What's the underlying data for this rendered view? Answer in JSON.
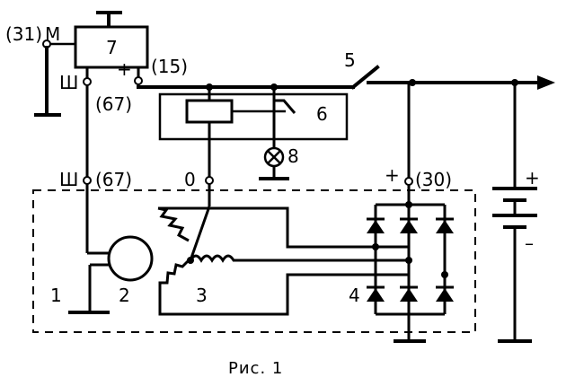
{
  "labels": {
    "terminal_31": "(31)",
    "terminal_m": "М",
    "regulator_num": "7",
    "sh_top": "Ш",
    "plus_top": "+",
    "terminal_15": "(15)",
    "terminal_67_top": "(67)",
    "switch_num": "5",
    "relay_num": "6",
    "lamp_num": "8",
    "sh_bottom": "Ш",
    "terminal_67_bottom": "(67)",
    "zero": "0",
    "plus_30": "+",
    "terminal_30": "(30)",
    "battery_plus": "+",
    "battery_minus": "–",
    "housing_num": "1",
    "rotor_num": "2",
    "stator_num": "3",
    "rectifier_num": "4"
  },
  "caption": "Рис. 1"
}
